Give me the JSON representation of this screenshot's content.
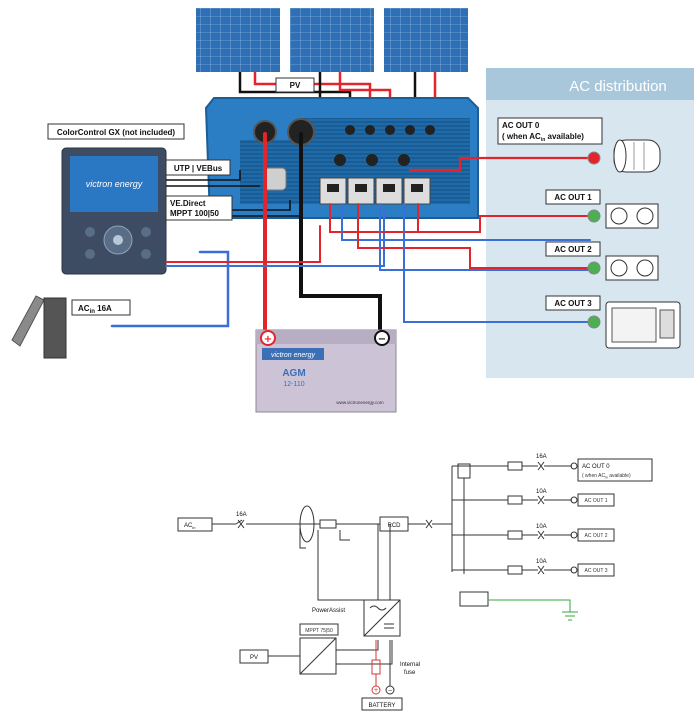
{
  "top": {
    "pv_label": "PV",
    "ac_distribution_title": "AC distribution",
    "ac_out0_line1": "AC  OUT 0",
    "ac_out0_line2_pre": "( when AC",
    "ac_out0_sub": "in",
    "ac_out0_line2_post": " available)",
    "ac_out1": "AC OUT 1",
    "ac_out2": "AC OUT 2",
    "ac_out3": "AC OUT 3",
    "colorcontrol_label": "ColorControl GX (not included)",
    "victron_screen_text": "victron energy",
    "utp_label": "UTP  |  VEBus",
    "vedirect_line1": "VE.Direct",
    "vedirect_line2": "MPPT 100|50",
    "acin_pre": "AC",
    "acin_sub": "in",
    "acin_post": " 16A",
    "battery_brand": "victron energy",
    "battery_model_line1": "AGM",
    "battery_model_line2": "12-110",
    "battery_site": "www.victronenergy.com",
    "battery_plus": "+",
    "battery_minus": "−"
  },
  "bottom": {
    "acin_pre": "AC",
    "acin_sub": "in",
    "acin_fuse": "16A",
    "rcd": "RCD",
    "powerassist": "PowerAssist",
    "mppt": "MPPT 75|50",
    "pv": "PV",
    "internal_fuse_line1": "Internal",
    "internal_fuse_line2": "fuse",
    "battery": "BATTERY",
    "out0_fuse": "16A",
    "out1_fuse": "10A",
    "out2_fuse": "10A",
    "out3_fuse": "10A",
    "out0_line1": "AC OUT 0",
    "out0_line2": "( when AC",
    "out0_line2_sub": "in",
    "out0_line2_post": " available)",
    "out1": "AC OUT 1",
    "out2": "AC OUT 2",
    "out3": "AC OUT 3"
  },
  "colors": {
    "wire_red": "#e3242b",
    "wire_blue": "#3a6fd8",
    "wire_black": "#111111",
    "unit_blue": "#2b7ec4",
    "ac_panel": "#d7e6ef",
    "ac_title_bar": "#a9c7da",
    "schematic_red": "#d23a3a",
    "ground_green": "#3aa63a"
  }
}
